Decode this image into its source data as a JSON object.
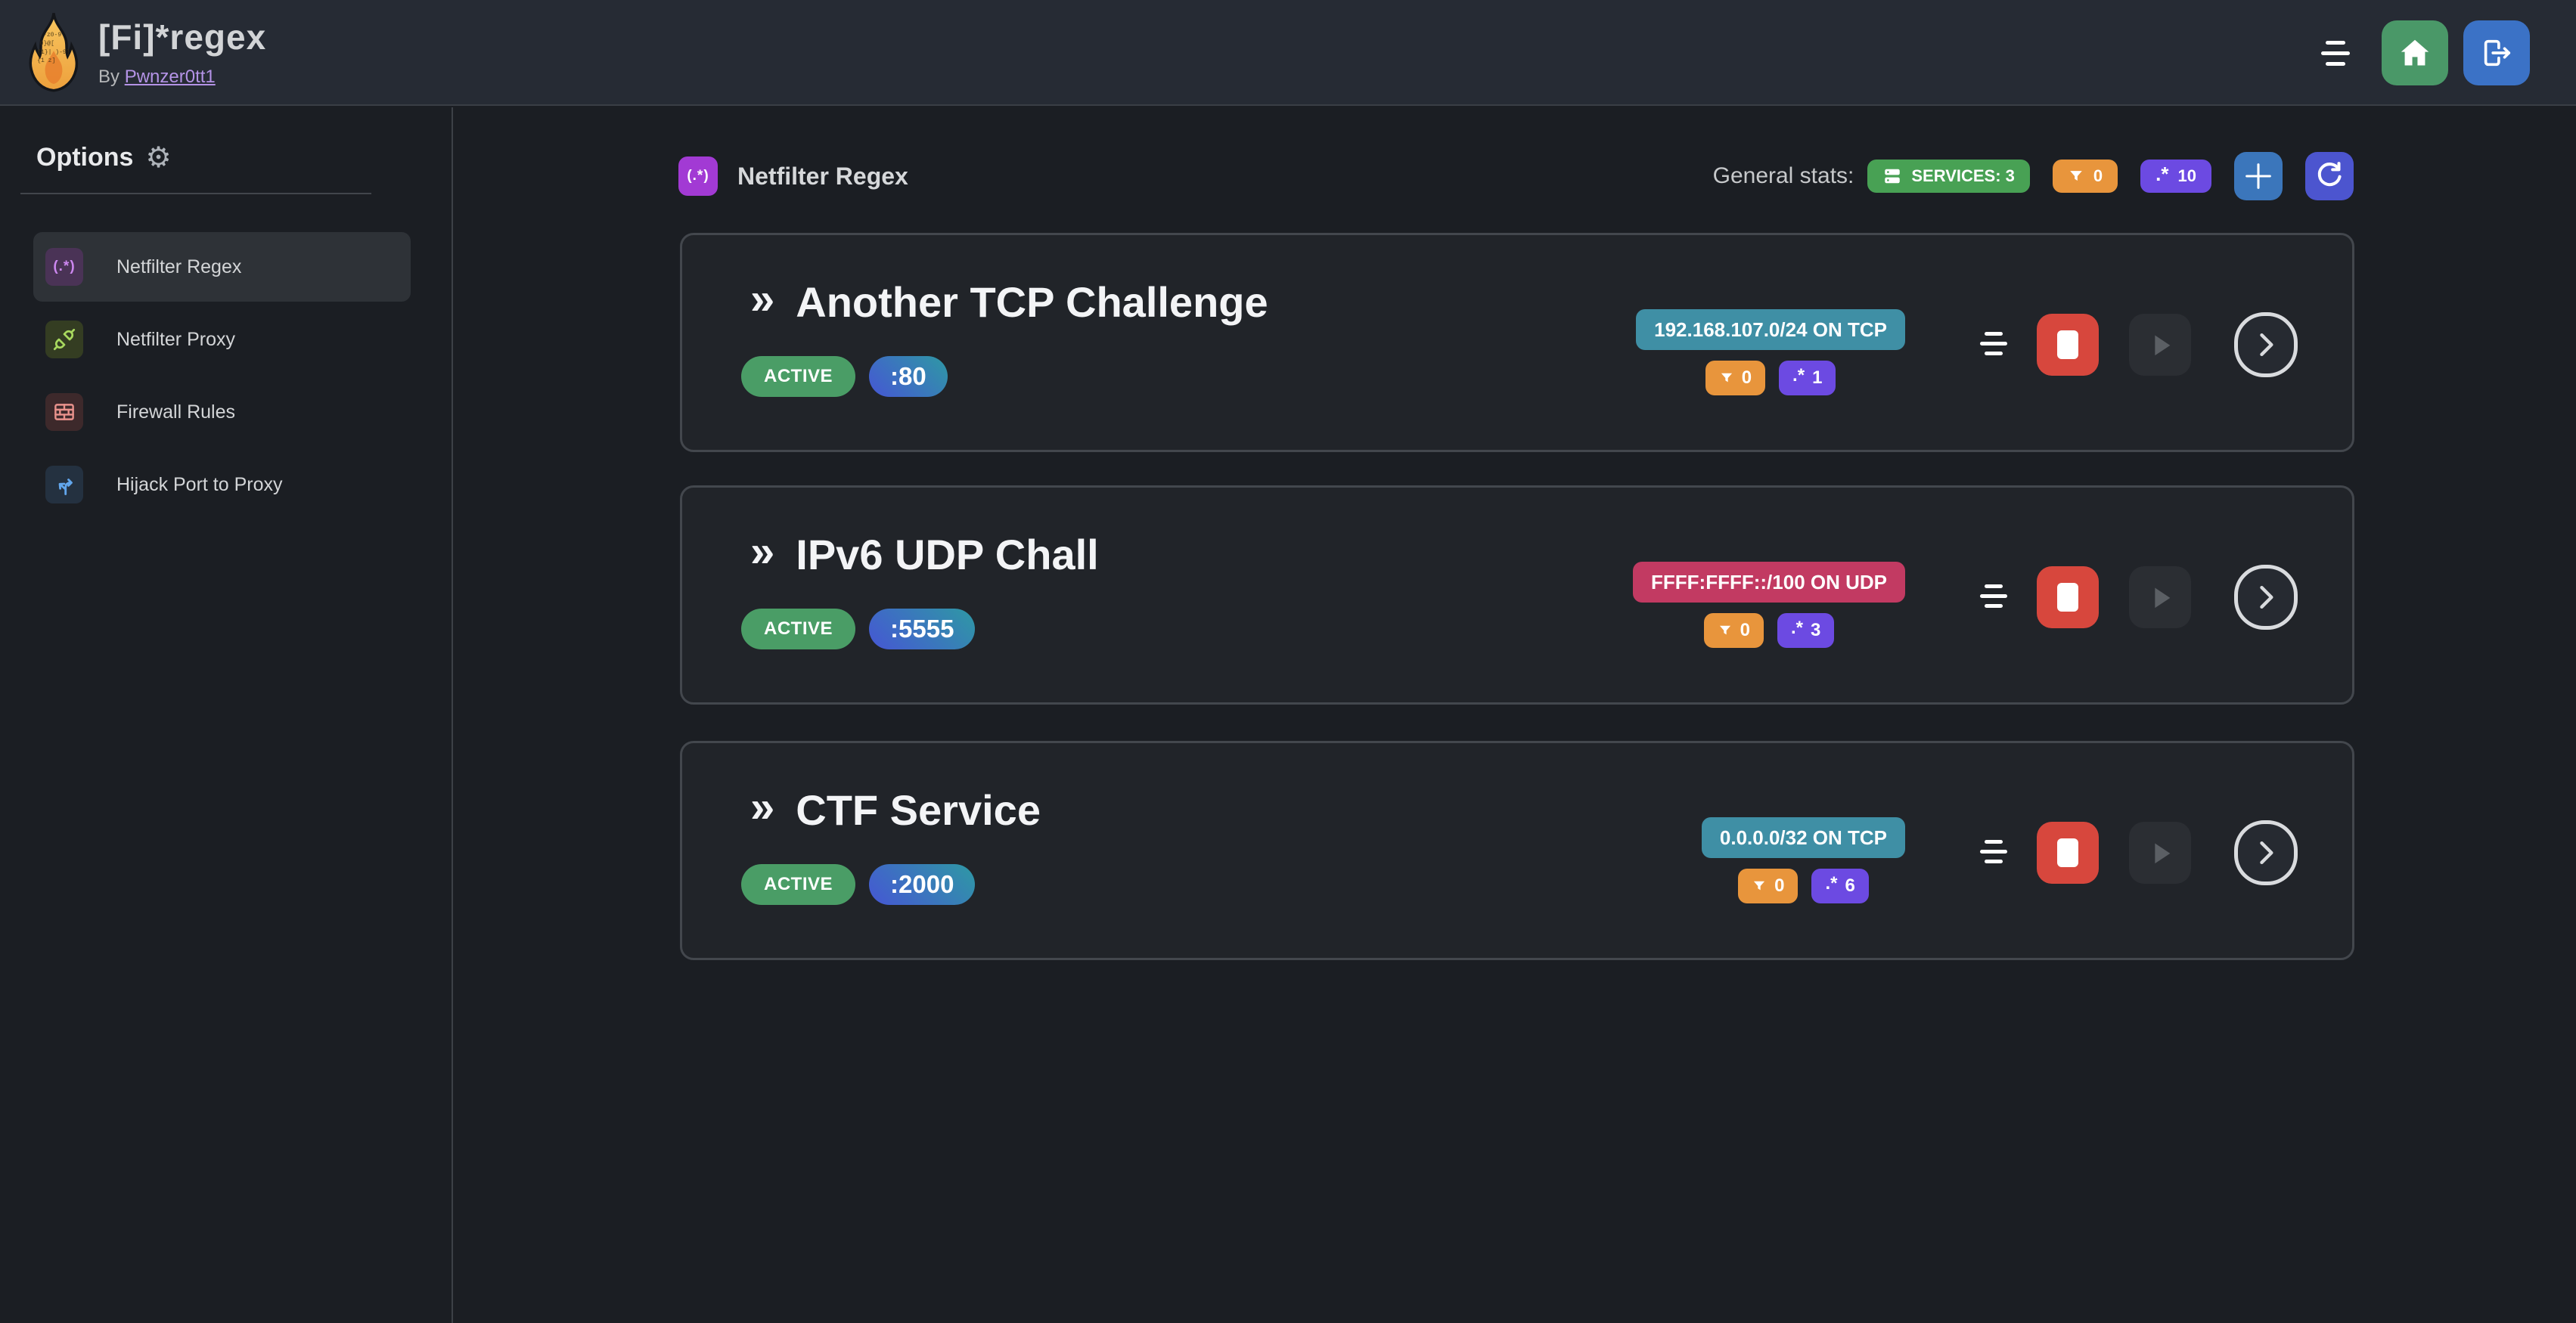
{
  "header": {
    "title": "[Fi]*regex",
    "byline_prefix": "By",
    "author": "Pwnzer0tt1"
  },
  "sidebar": {
    "heading": "Options",
    "items": [
      {
        "label": "Netfilter Regex",
        "icon_glyph": "(.*)",
        "active": true
      },
      {
        "label": "Netfilter Proxy",
        "icon": "plug-connected-icon",
        "active": false
      },
      {
        "label": "Firewall Rules",
        "icon": "brick-wall-icon",
        "active": false
      },
      {
        "label": "Hijack Port to Proxy",
        "icon": "split-arrows-icon",
        "active": false
      }
    ]
  },
  "main": {
    "section": {
      "icon_glyph": "(.*)",
      "title": "Netfilter Regex"
    },
    "stats": {
      "label": "General stats:",
      "services": "SERVICES: 3",
      "filters": "0",
      "regexes": "10"
    },
    "services": [
      {
        "name": "Another TCP Challenge",
        "status": "ACTIVE",
        "port": ":80",
        "target": "192.168.107.0/24 ON TCP",
        "target_style": "teal",
        "filters": "0",
        "regexes": "1"
      },
      {
        "name": "IPv6 UDP Chall",
        "status": "ACTIVE",
        "port": ":5555",
        "target": "FFFF:FFFF::/100 ON UDP",
        "target_style": "pink",
        "filters": "0",
        "regexes": "3"
      },
      {
        "name": "CTF Service",
        "status": "ACTIVE",
        "port": ":2000",
        "target": "0.0.0.0/32 ON TCP",
        "target_style": "teal",
        "filters": "0",
        "regexes": "6"
      }
    ]
  },
  "icons": {
    "gear": "⚙",
    "double_chevron": "»",
    "regex_dot_star": ".*"
  },
  "colors": {
    "page_bg": "#1b1e23",
    "header_bg": "#262b34",
    "card_bg": "#212429",
    "card_border": "#43474d",
    "selected_item_bg": "#2e3237",
    "accent_purple": "#a23ad4",
    "active_green": "#4a9d66",
    "services_green": "#48a154",
    "filter_orange": "#e8953c",
    "regex_violet": "#6c4ae2",
    "target_teal": "#3f8fa5",
    "target_pink": "#c23a62",
    "stop_red": "#d7473d",
    "add_blue": "#3b76bb",
    "refresh_indigo": "#4c55cf",
    "home_green": "#4a9868",
    "logout_blue": "#3b72c6",
    "port_gradient_from": "#4656d4",
    "port_gradient_to": "#2e99a4",
    "author_link": "#b493e6"
  }
}
